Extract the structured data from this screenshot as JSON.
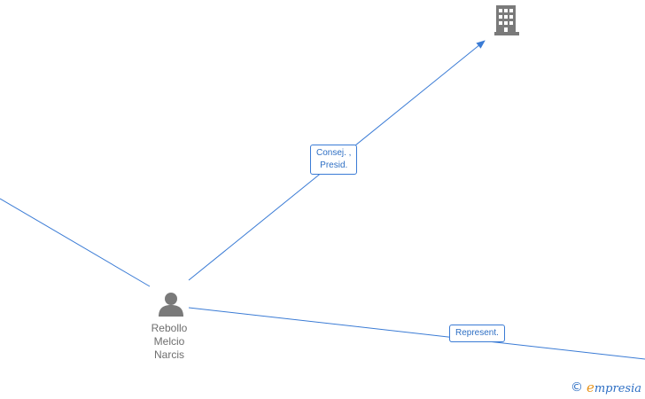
{
  "colors": {
    "edge": "#3a7bd5",
    "label_text": "#2e6fc4",
    "node_icon": "#7a7a7a",
    "brand_accent": "#e8941a"
  },
  "nodes": {
    "company": {
      "icon": "building-icon"
    },
    "person": {
      "icon": "person-icon",
      "name_lines": [
        "Rebollo",
        "Melcio",
        "Narcis"
      ]
    }
  },
  "edges": [
    {
      "label_lines": [
        "Consej. ,",
        "Presid."
      ]
    },
    {
      "label_lines": [
        "Represent."
      ]
    }
  ],
  "watermark": {
    "copyright_symbol": "©",
    "brand_first": "e",
    "brand_rest": "mpresia"
  }
}
